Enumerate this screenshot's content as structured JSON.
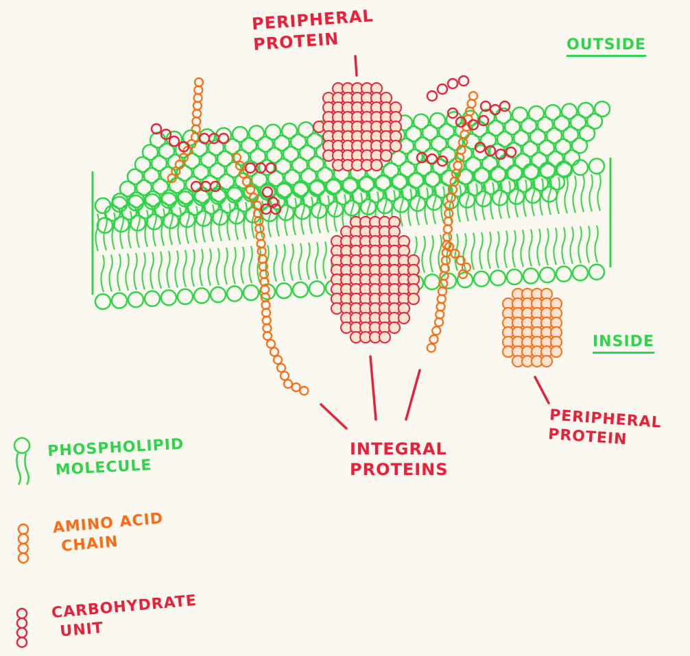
{
  "labels": {
    "outside": "OUTSIDE",
    "inside": "INSIDE",
    "peripheral_top_line1": "PERIPHERAL",
    "peripheral_top_line2": "PROTEIN",
    "peripheral_bottom_line1": "PERIPHERAL",
    "peripheral_bottom_line2": "PROTEIN",
    "integral_line1": "INTEGRAL",
    "integral_line2": "PROTEINS"
  },
  "legend": [
    {
      "line1": "PHOSPHOLIPID",
      "line2": "MOLECULE",
      "icon": "phospholipid-icon",
      "color": "#2fd44a"
    },
    {
      "line1": "AMINO ACID",
      "line2": "CHAIN",
      "icon": "amino-acid-chain-icon",
      "color": "#ff6a12"
    },
    {
      "line1": "CARBOHYDRATE",
      "line2": "UNIT",
      "icon": "carbohydrate-unit-icon",
      "color": "#e8203a"
    }
  ],
  "colors": {
    "lipid": "#2fd44a",
    "protein": "#ff6a12",
    "carbohydrate": "#e8203a",
    "background": "#fbf8ef"
  }
}
